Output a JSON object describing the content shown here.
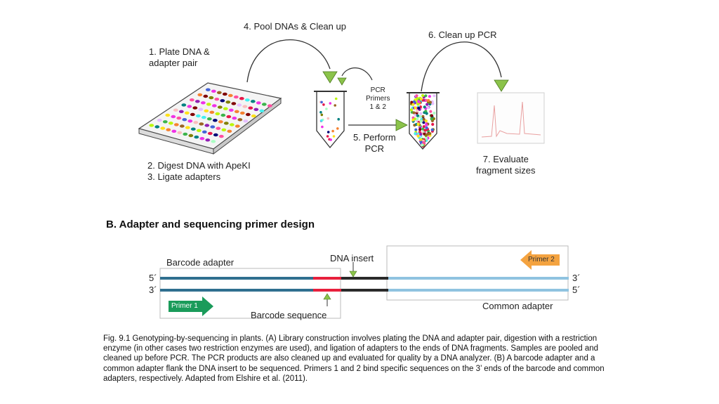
{
  "panel_a": {
    "step1": [
      "1. Plate DNA &",
      "adapter pair"
    ],
    "step23": [
      "2. Digest DNA with ApeKI",
      "3. Ligate adapters"
    ],
    "step4": "4. Pool DNAs & Clean up",
    "step5": [
      "5. Perform",
      "PCR"
    ],
    "step6": "6. Clean up PCR",
    "step7": [
      "7. Evaluate",
      "fragment sizes"
    ],
    "primers": [
      "PCR",
      "Primers",
      "1 & 2"
    ]
  },
  "panel_b": {
    "title": "B. Adapter and sequencing primer design",
    "barcode_adapter": "Barcode adapter",
    "dna_insert": "DNA insert",
    "barcode_sequence": "Barcode sequence",
    "common_adapter": "Common adapter",
    "primer1": "Primer 1",
    "primer2": "Primer 2",
    "end_5_left": "5´",
    "end_3_left": "3´",
    "end_3_right": "3´",
    "end_5_right": "5´"
  },
  "caption": "Fig. 9.1 Genotyping-by-sequencing in plants. (A) Library construction involves plating the DNA and adapter pair, digestion with a restriction enzyme (in other cases two restriction enzymes are used), and ligation of adapters to the ends of DNA fragments. Samples are pooled and cleaned up before PCR. The PCR products are also cleaned up and evaluated for quality by a DNA analyzer. (B) A barcode adapter and a common adapter flank the DNA insert to be sequenced. Primers 1 and 2 bind specific sequences on the 3’ ends of the barcode and common adapters, respectively. Adapted from Elshire et al. (2011).",
  "colors": {
    "arrow_green": "#8bc34a",
    "strand_dark": "#2f6f8f",
    "strand_light": "#8fc3e0",
    "barcode_red": "#e8203c",
    "insert_black": "#2a2a2a",
    "primer1_green": "#1a9b5a",
    "primer2_orange": "#f4a340"
  }
}
